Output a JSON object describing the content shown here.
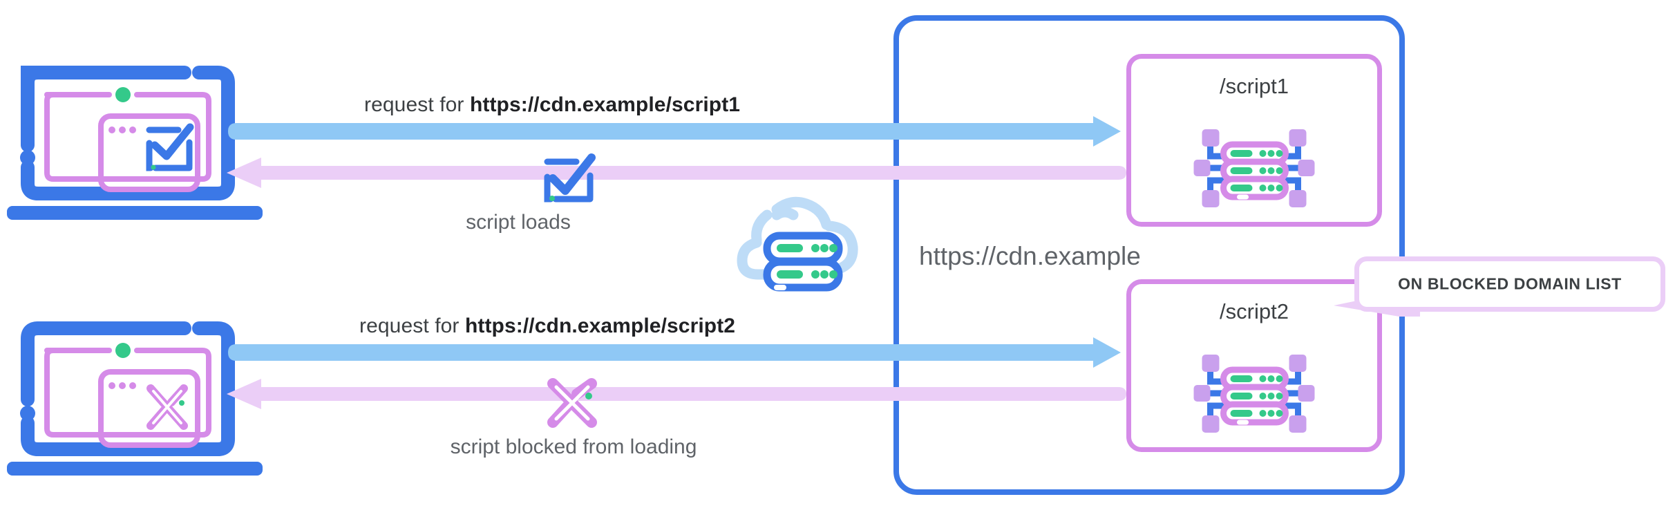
{
  "diagram": {
    "title": "CDN script blocking diagram",
    "colors": {
      "blue_strong": "#3B78E7",
      "blue_light": "#8FC8F5",
      "purple_strong": "#D58BE8",
      "purple_light": "#EBCEF7",
      "green": "#34C98A",
      "text_dark": "#3c4043",
      "text_grey": "#5f6368",
      "cloud_blue": "#BEDCF7"
    },
    "cdn_domain_label": "https://cdn.example",
    "flows": [
      {
        "id": "script1",
        "request_prefix": "request for ",
        "request_url": "https://cdn.example/script1",
        "result_caption": "script loads",
        "client_icon": "check-icon",
        "result_icon": "check-icon",
        "status": "allowed"
      },
      {
        "id": "script2",
        "request_prefix": "request for ",
        "request_url": "https://cdn.example/script2",
        "result_caption": "script blocked from loading",
        "client_icon": "cross-icon",
        "result_icon": "cross-icon",
        "status": "blocked"
      }
    ],
    "resources": [
      {
        "path_label": "/script1",
        "icon": "server-node-icon"
      },
      {
        "path_label": "/script2",
        "icon": "server-node-icon"
      }
    ],
    "callout": {
      "text": "ON BLOCKED DOMAIN LIST",
      "points_at": "/script2"
    },
    "cloud": {
      "icon": "cloud-server-icon"
    },
    "devices": [
      {
        "icon": "laptop-icon",
        "window_icon": "check-icon"
      },
      {
        "icon": "laptop-icon",
        "window_icon": "cross-icon"
      }
    ]
  }
}
